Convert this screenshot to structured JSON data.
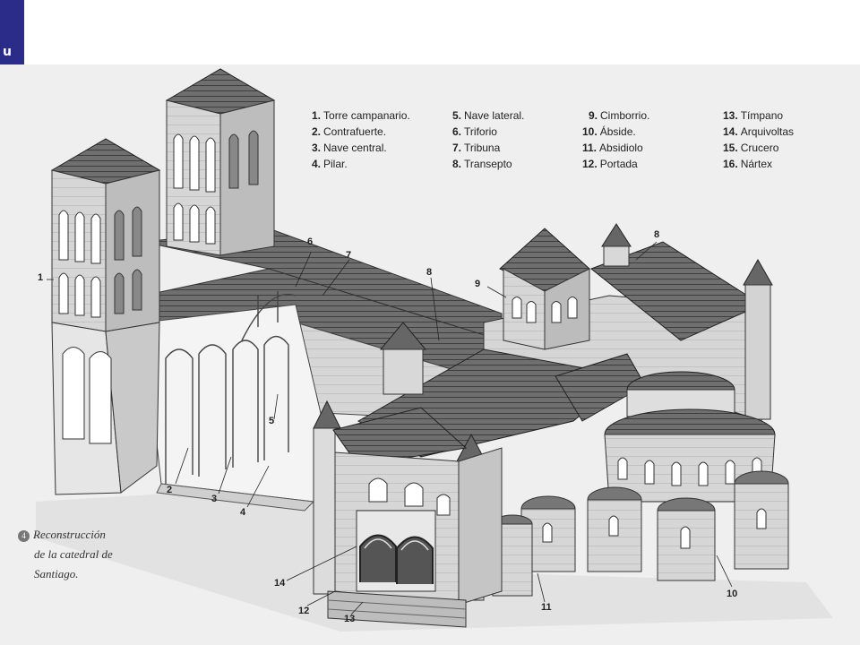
{
  "tab": {
    "letter": "u"
  },
  "legend": [
    {
      "num": "1.",
      "label": "Torre campanario."
    },
    {
      "num": "2.",
      "label": "Contrafuerte."
    },
    {
      "num": "3.",
      "label": "Nave central."
    },
    {
      "num": "4.",
      "label": "Pilar."
    },
    {
      "num": "5.",
      "label": "Nave lateral."
    },
    {
      "num": "6.",
      "label": "Triforio"
    },
    {
      "num": "7.",
      "label": "Tribuna"
    },
    {
      "num": "8.",
      "label": "Transepto"
    },
    {
      "num": "9.",
      "label": "Cimborrio."
    },
    {
      "num": "10.",
      "label": "Ábside."
    },
    {
      "num": "11.",
      "label": "Absidiolo"
    },
    {
      "num": "12.",
      "label": "Portada"
    },
    {
      "num": "13.",
      "label": "Tímpano"
    },
    {
      "num": "14.",
      "label": "Arquivoltas"
    },
    {
      "num": "15.",
      "label": "Crucero"
    },
    {
      "num": "16.",
      "label": "Nártex"
    }
  ],
  "callouts": [
    "1",
    "2",
    "3",
    "4",
    "5",
    "6",
    "7",
    "8",
    "9",
    "8",
    "10",
    "11",
    "12",
    "13",
    "14"
  ],
  "caption": {
    "badge": "4",
    "lines": [
      "Reconstrucción",
      "de la catedral de",
      "Santiago."
    ]
  }
}
